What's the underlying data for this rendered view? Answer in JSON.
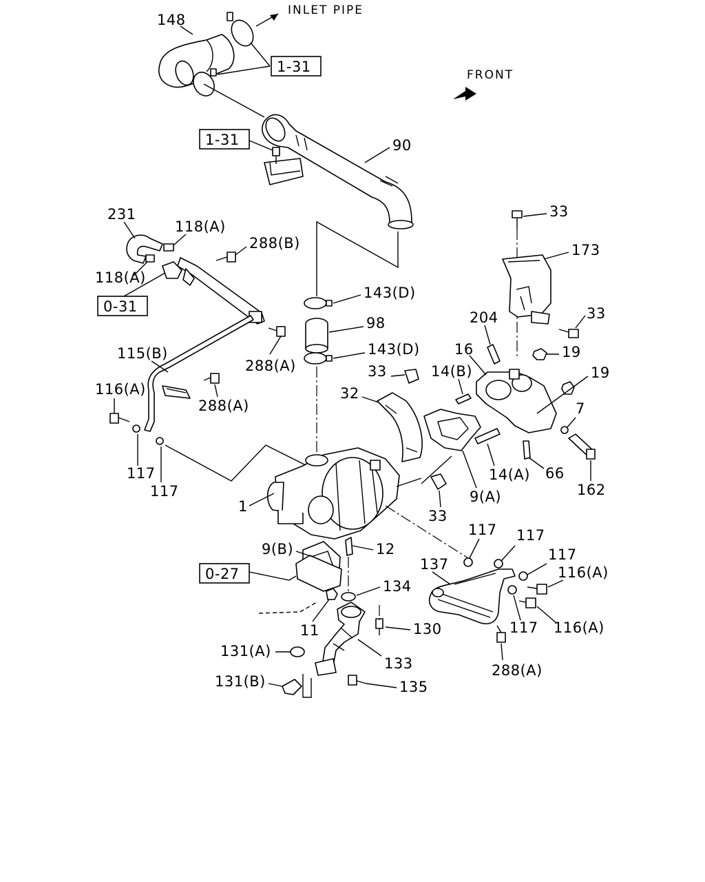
{
  "annotations": {
    "inlet_pipe": "INLET PIPE",
    "front": "FRONT"
  },
  "ref_boxes": {
    "ref_1_31_top": "1-31",
    "ref_1_31_mid": "1-31",
    "ref_0_31": "0-31",
    "ref_0_27": "0-27"
  },
  "part_labels": {
    "p148": "148",
    "p90": "90",
    "p33_top": "33",
    "p173": "173",
    "p231": "231",
    "p118a_upper": "118(A)",
    "p288b": "288(B)",
    "p118a_lower": "118(A)",
    "p143d_upper": "143(D)",
    "p98": "98",
    "p143d_lower": "143(D)",
    "p204": "204",
    "p33_right": "33",
    "p19_upper": "19",
    "p16": "16",
    "p19_lower": "19",
    "p115b": "115(B)",
    "p288a_upper": "288(A)",
    "p116a_left": "116(A)",
    "p288a_mid": "288(A)",
    "p33_mid": "33",
    "p14b": "14(B)",
    "p32": "32",
    "p7": "7",
    "p117_left1": "117",
    "p117_left2": "117",
    "p14a": "14(A)",
    "p66": "66",
    "p162": "162",
    "p1": "1",
    "p9a": "9(A)",
    "p33_bottom": "33",
    "p117_r1": "117",
    "p117_r2": "117",
    "p117_r3": "117",
    "p9b": "9(B)",
    "p12": "12",
    "p137": "137",
    "p116a_r1": "116(A)",
    "p134": "134",
    "p117_r4": "117",
    "p116a_r2": "116(A)",
    "p11": "11",
    "p130": "130",
    "p131a": "131(A)",
    "p133": "133",
    "p288a_bottom": "288(A)",
    "p131b": "131(B)",
    "p135": "135"
  }
}
